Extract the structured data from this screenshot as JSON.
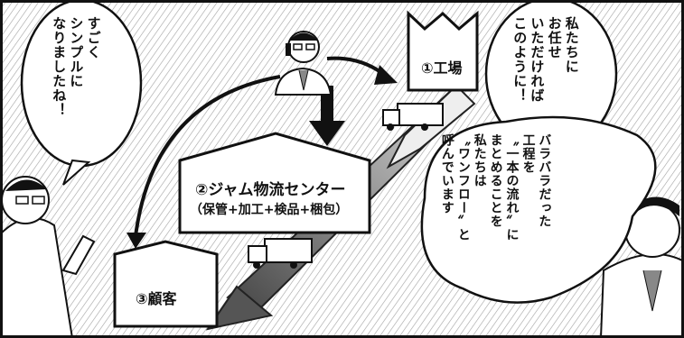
{
  "bubbles": {
    "left": [
      "すごく",
      "シンプルに",
      "なりましたね！"
    ],
    "top_right": [
      "私たちに",
      "お任せ",
      "いただければ",
      "このように！"
    ],
    "bottom_right": [
      "バラバラだった",
      "工程を",
      "〝一本の流れ〟に",
      "まとめることを",
      "私たちは",
      "〝ワンフロー〟と",
      "呼んでいます"
    ]
  },
  "locations": {
    "factory": "①工場",
    "center_title": "②ジャム物流センター",
    "center_sub": "（保管+加工+検品+梱包）",
    "customer": "③顧客"
  }
}
